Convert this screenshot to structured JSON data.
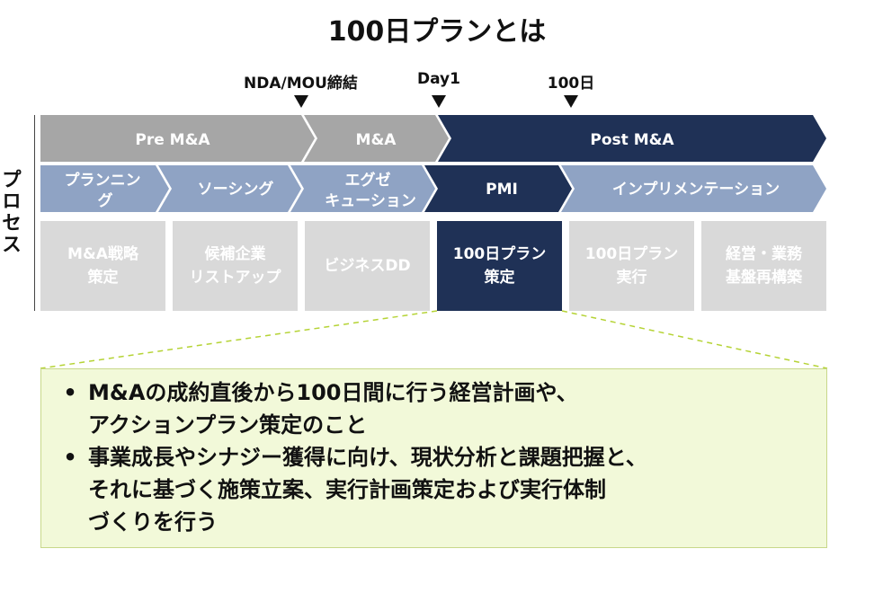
{
  "title": "100日プランとは",
  "milestones": [
    "NDA/MOU締結",
    "Day1",
    "100日"
  ],
  "process_label": "プロセス",
  "phase_row": [
    {
      "label": "Pre M&A",
      "color": "#a6a6a6"
    },
    {
      "label": "M&A",
      "color": "#a6a6a6"
    },
    {
      "label": "Post M&A",
      "color": "#1f3156"
    }
  ],
  "step_row": [
    {
      "label": "プランニン\nグ",
      "color": "#8fa3c4"
    },
    {
      "label": "ソーシング",
      "color": "#8fa3c4"
    },
    {
      "label": "エグゼ\nキューション",
      "color": "#8fa3c4"
    },
    {
      "label": "PMI",
      "color": "#1f3156"
    },
    {
      "label": "インプリメンテーション",
      "color": "#8fa3c4"
    }
  ],
  "tasks": [
    {
      "label": "M&A戦略\n策定",
      "highlight": false
    },
    {
      "label": "候補企業\nリストアップ",
      "highlight": false
    },
    {
      "label": "ビジネスDD",
      "highlight": false
    },
    {
      "label": "100日プラン\n策定",
      "highlight": true
    },
    {
      "label": "100日プラン\n実行",
      "highlight": false
    },
    {
      "label": "経営・業務\n基盤再構築",
      "highlight": false
    }
  ],
  "bullet_symbol": "•",
  "bullets": [
    "M&Aの成約直後から100日間に行う経営計画や、\nアクションプラン策定のこと",
    "事業成長やシナジー獲得に向け、現状分析と課題把握と、\nそれに基づく施策立案、実行計画策定および実行体制\nづくりを行う"
  ]
}
